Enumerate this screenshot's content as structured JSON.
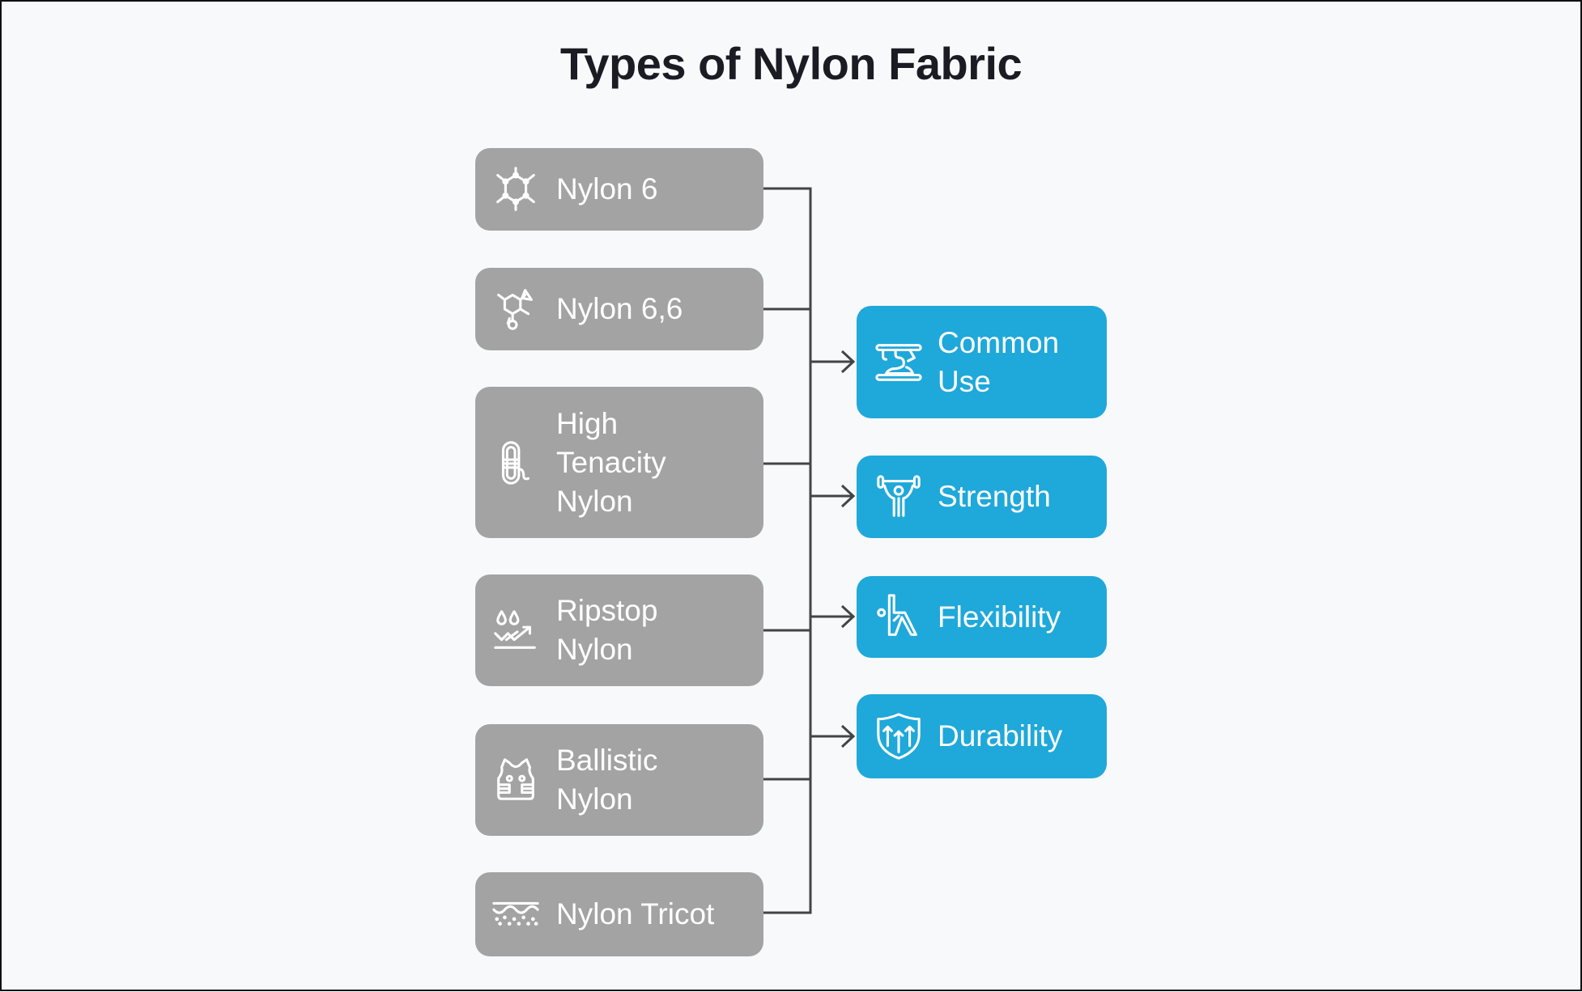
{
  "title": "Types of Nylon Fabric",
  "colors": {
    "background": "#f8f9fb",
    "type_node": "#a3a3a3",
    "property_node": "#1fa8da",
    "connector": "#444444",
    "title_text": "#1b1b24"
  },
  "types": [
    {
      "label": "Nylon 6",
      "icon": "hexagon-molecule-icon"
    },
    {
      "label": "Nylon 6,6",
      "icon": "branched-molecule-icon"
    },
    {
      "label": "High\nTenacity\nNylon",
      "icon": "rope-coil-icon"
    },
    {
      "label": "Ripstop\nNylon",
      "icon": "water-drops-trend-icon"
    },
    {
      "label": "Ballistic\nNylon",
      "icon": "bulletproof-vest-icon"
    },
    {
      "label": "Nylon Tricot",
      "icon": "fabric-texture-icon"
    }
  ],
  "properties": [
    {
      "label": "Common\nUse",
      "icon": "table-workshop-icon"
    },
    {
      "label": "Strength",
      "icon": "weightlifter-icon"
    },
    {
      "label": "Flexibility",
      "icon": "stretching-person-icon"
    },
    {
      "label": "Durability",
      "icon": "shield-arrows-icon"
    }
  ]
}
